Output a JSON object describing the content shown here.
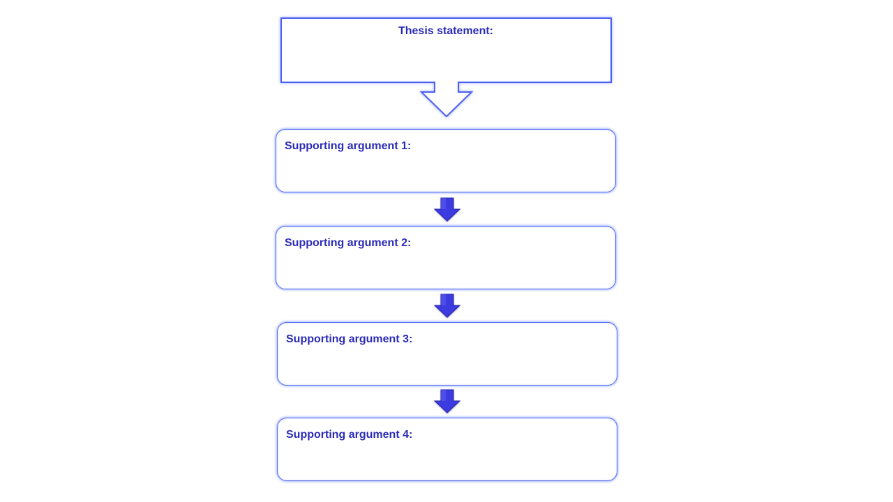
{
  "diagram": {
    "thesis": {
      "label": "Thesis statement:"
    },
    "arguments": [
      {
        "label": "Supporting argument 1:"
      },
      {
        "label": "Supporting argument 2:"
      },
      {
        "label": "Supporting argument 3:"
      },
      {
        "label": "Supporting argument 4:"
      }
    ]
  },
  "colors": {
    "text": "#2b2bb8",
    "outline": "#5a6cf0",
    "arrow_fill": "#3b3be0",
    "arrow_dark": "#2424a8"
  }
}
